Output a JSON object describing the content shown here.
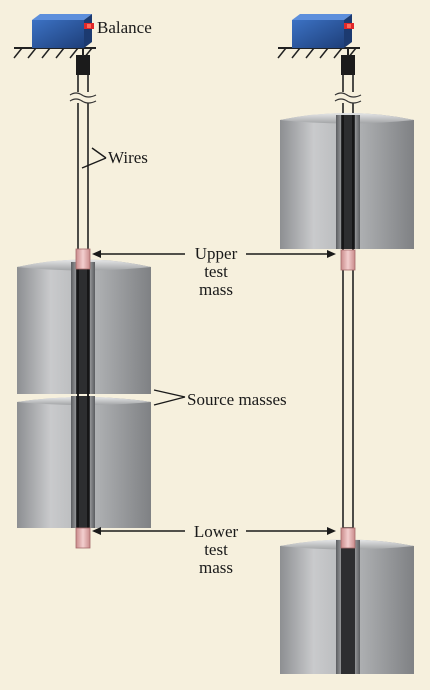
{
  "labels": {
    "balance": "Balance",
    "wires": "Wires",
    "upper_test_mass": [
      "Upper",
      "test",
      "mass"
    ],
    "source_masses": "Source masses",
    "lower_test_mass": [
      "Lower",
      "test",
      "mass"
    ]
  },
  "colors": {
    "background": "#f6f0dd",
    "cylinder": "#a7a9ac",
    "test_mass": "#d9a3a3",
    "balance_body": "#2f5ea8",
    "balance_button": "#e0282a",
    "clamp": "#1b1b1b"
  }
}
